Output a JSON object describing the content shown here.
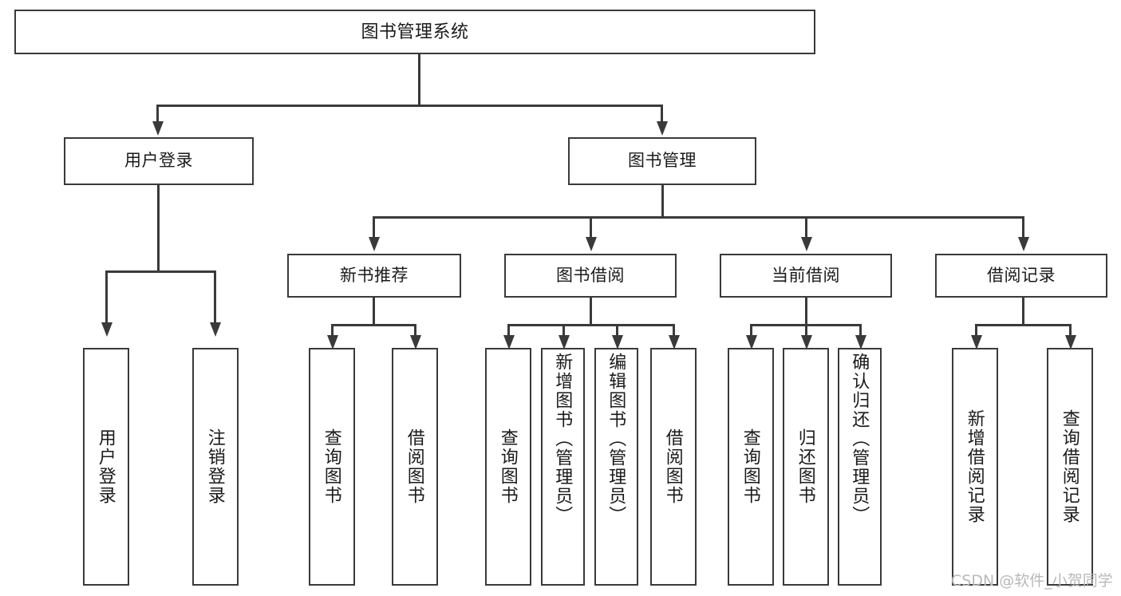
{
  "diagram": {
    "type": "tree-hierarchy",
    "title": "图书管理系统",
    "watermark": "CSDN @软件_小贺同学",
    "colors": {
      "stroke": "#3a3a3a",
      "fill": "#ffffff",
      "text": "#1a1a1a",
      "watermark": "#b9b9b9"
    },
    "levels": {
      "root": "图书管理系统",
      "level2": [
        "用户登录",
        "图书管理"
      ],
      "level3": [
        "新书推荐",
        "图书借阅",
        "当前借阅",
        "借阅记录"
      ]
    },
    "nodes": {
      "root": "图书管理系统",
      "user_login": "用户登录",
      "book_manage": "图书管理",
      "new_book_rec": "新书推荐",
      "book_borrow": "图书借阅",
      "current_borrow": "当前借阅",
      "borrow_record": "借阅记录",
      "leaf_user_login": "用户登录",
      "leaf_logout": "注销登录",
      "leaf_rec_query": "查询图书",
      "leaf_rec_borrow": "借阅图书",
      "leaf_borrow_query": "查询图书",
      "leaf_borrow_add": "新增图书（管理员）",
      "leaf_borrow_edit": "编辑图书（管理员）",
      "leaf_borrow_borrow": "借阅图书",
      "leaf_cur_query": "查询图书",
      "leaf_cur_return": "归还图书",
      "leaf_cur_confirm": "确认归还（管理员）",
      "leaf_rec_add": "新增借阅记录",
      "leaf_rec_search": "查询借阅记录"
    }
  }
}
